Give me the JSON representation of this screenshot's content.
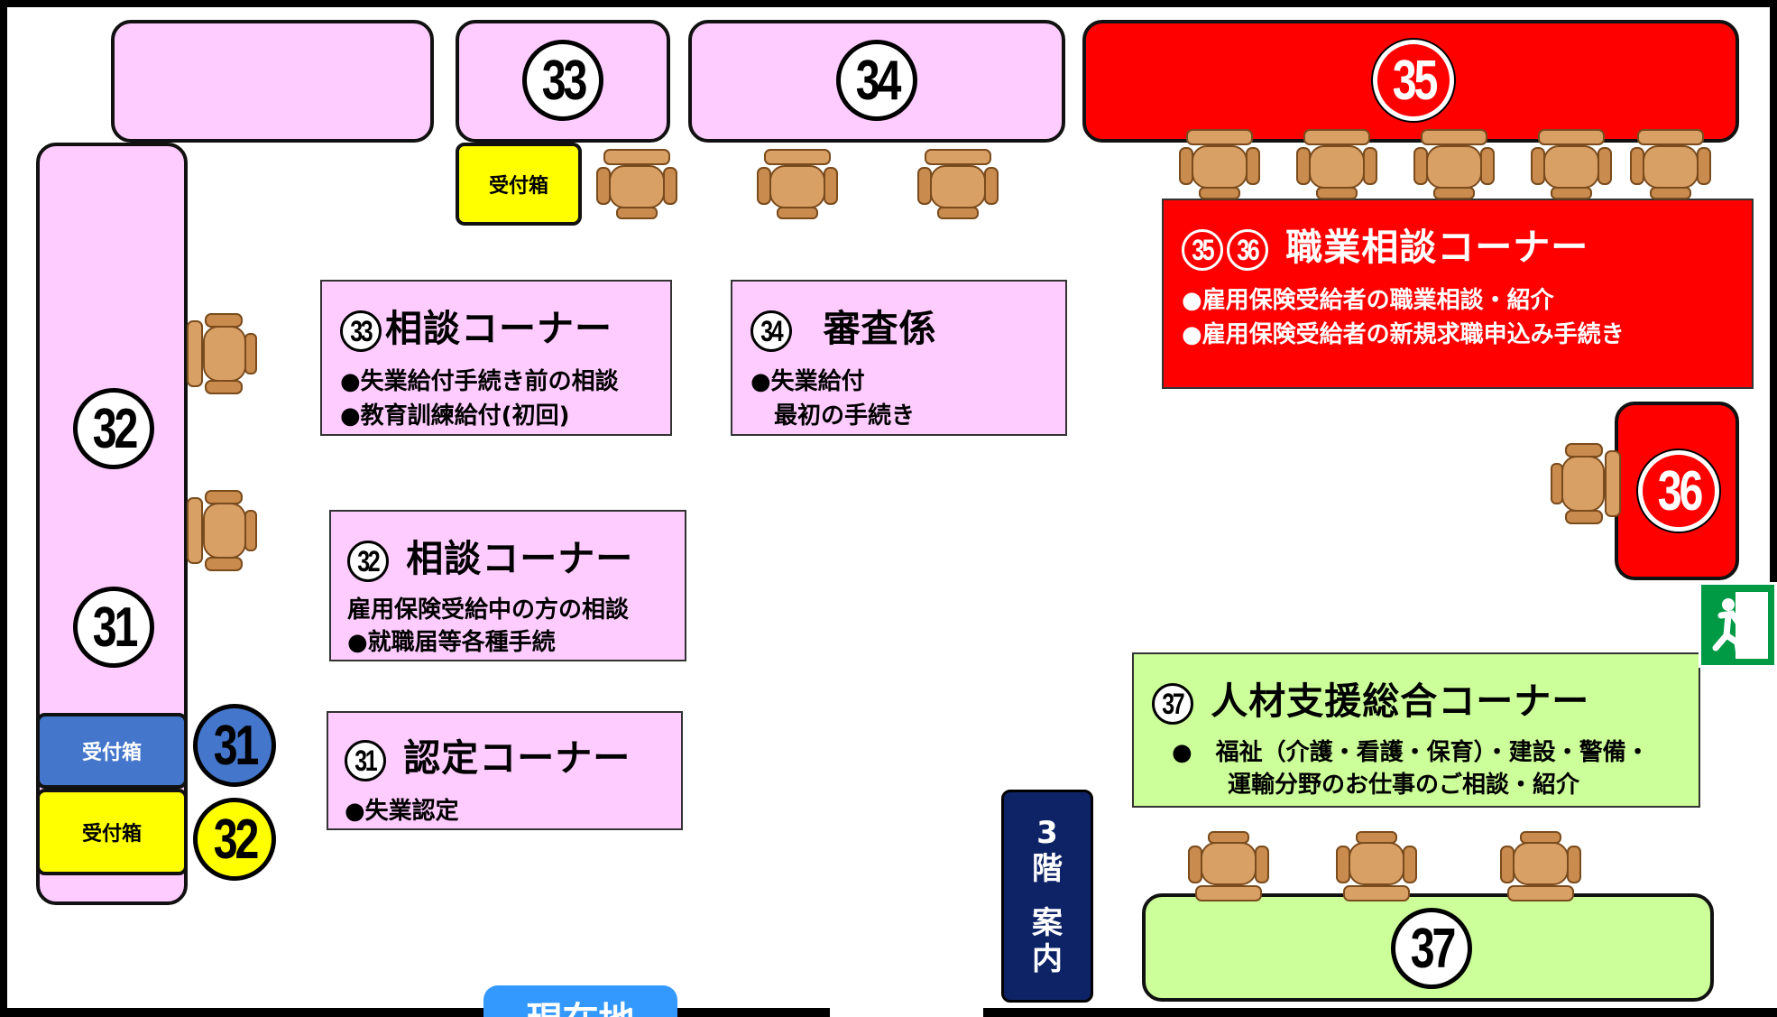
{
  "counters": {
    "c33": "33",
    "c34": "34",
    "c35": "35",
    "c36": "36",
    "c32": "32",
    "c31": "31",
    "c37": "37"
  },
  "reception": {
    "top_box": "受付箱",
    "blue_box": "受付箱",
    "yellow_box": "受付箱",
    "blue_num": "31",
    "yellow_num": "32"
  },
  "panels": {
    "p33": {
      "num": "33",
      "title": "相談コーナー",
      "lines": [
        "●失業給付手続き前の相談",
        "●教育訓練給付(初回)"
      ]
    },
    "p34": {
      "num": "34",
      "title": "審査係",
      "lines": [
        "●失業給付",
        "　最初の手続き"
      ]
    },
    "p32": {
      "num": "32",
      "title": "相談コーナー",
      "lines": [
        "雇用保険受給中の方の相談",
        "●就職届等各種手続"
      ]
    },
    "p31": {
      "num": "31",
      "title": "認定コーナー",
      "lines": [
        "●失業認定"
      ]
    },
    "p3536": {
      "num_a": "35",
      "num_b": "36",
      "title": "職業相談コーナー",
      "lines": [
        "●雇用保険受給者の職業相談・紹介",
        "●雇用保険受給者の新規求職申込み手続き"
      ]
    },
    "p37": {
      "num": "37",
      "title": "人材支援総合コーナー",
      "lines": [
        "●　福祉（介護・看護・保育）・建設・警備・",
        "運輸分野のお仕事のご相談・紹介"
      ]
    }
  },
  "stairs": {
    "line1": "3",
    "line2": "階",
    "line3": "案",
    "line4": "内"
  },
  "bottom_tab": "現在地",
  "colors": {
    "pink": "#ffccff",
    "red": "#ff0000",
    "green": "#ccff99",
    "yellow": "#ffff00",
    "blue": "#4477cc",
    "navy": "#0d2366",
    "chair": "#d9a066"
  },
  "icons": [
    "chair-icon",
    "emergency-exit-icon"
  ]
}
